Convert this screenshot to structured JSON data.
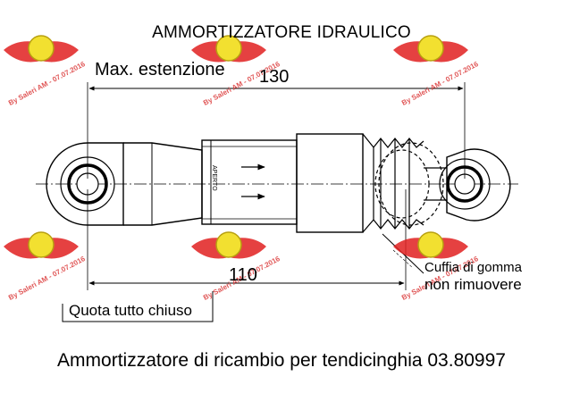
{
  "title": "AMMORTIZZATORE IDRAULICO",
  "max_extension_label": "Max. estenzione",
  "dim_extended": "130",
  "dim_closed": "110",
  "closed_label": "Quota tutto chiuso",
  "boot_label": "Cuffia di gomma",
  "boot_warning": "non rimuovere",
  "open_label": "APERTO",
  "caption": "Ammortizzatore di ricambio per tendicinghia 03.80997",
  "watermark_text": "By Saleri AM - 07.07.2016",
  "colors": {
    "line": "#000000",
    "watermark_red": "#e02020",
    "logo_yellow": "#f2e030"
  }
}
